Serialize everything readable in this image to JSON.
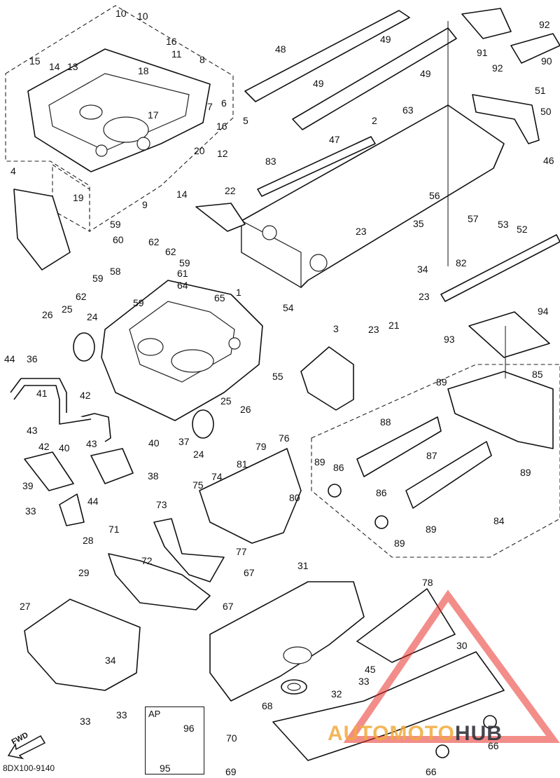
{
  "diagram_code": "8DX100-9140",
  "ap_label": "AP",
  "fwd_label": "FWD",
  "watermark": {
    "part1": "AUTOMOTO",
    "part2": "HUB",
    "color": "#e8302a"
  },
  "callouts": [
    {
      "id": "c10a",
      "text": "10"
    },
    {
      "id": "c10b",
      "text": "10"
    },
    {
      "id": "c16a",
      "text": "16"
    },
    {
      "id": "c11",
      "text": "11"
    },
    {
      "id": "c8",
      "text": "8"
    },
    {
      "id": "c15",
      "text": "15"
    },
    {
      "id": "c14a",
      "text": "14"
    },
    {
      "id": "c13",
      "text": "13"
    },
    {
      "id": "c18",
      "text": "18"
    },
    {
      "id": "c6",
      "text": "6"
    },
    {
      "id": "c7",
      "text": "7"
    },
    {
      "id": "c17",
      "text": "17"
    },
    {
      "id": "c16b",
      "text": "16"
    },
    {
      "id": "c5",
      "text": "5"
    },
    {
      "id": "c20",
      "text": "20"
    },
    {
      "id": "c12",
      "text": "12"
    },
    {
      "id": "c14b",
      "text": "14"
    },
    {
      "id": "c9",
      "text": "9"
    },
    {
      "id": "c4",
      "text": "4"
    },
    {
      "id": "c19",
      "text": "19"
    },
    {
      "id": "c22",
      "text": "22"
    },
    {
      "id": "c48",
      "text": "48"
    },
    {
      "id": "c49a",
      "text": "49"
    },
    {
      "id": "c49b",
      "text": "49"
    },
    {
      "id": "c49c",
      "text": "49"
    },
    {
      "id": "c47",
      "text": "47"
    },
    {
      "id": "c91",
      "text": "91"
    },
    {
      "id": "c92a",
      "text": "92"
    },
    {
      "id": "c92b",
      "text": "92"
    },
    {
      "id": "c90",
      "text": "90"
    },
    {
      "id": "c51",
      "text": "51"
    },
    {
      "id": "c50",
      "text": "50"
    },
    {
      "id": "c63",
      "text": "63"
    },
    {
      "id": "c2",
      "text": "2"
    },
    {
      "id": "c46",
      "text": "46"
    },
    {
      "id": "c83",
      "text": "83"
    },
    {
      "id": "c56",
      "text": "56"
    },
    {
      "id": "c57",
      "text": "57"
    },
    {
      "id": "c53",
      "text": "53"
    },
    {
      "id": "c52",
      "text": "52"
    },
    {
      "id": "c23a",
      "text": "23"
    },
    {
      "id": "c35",
      "text": "35"
    },
    {
      "id": "c34a",
      "text": "34"
    },
    {
      "id": "c82",
      "text": "82"
    },
    {
      "id": "c23b",
      "text": "23"
    },
    {
      "id": "c23c",
      "text": "23"
    },
    {
      "id": "c21",
      "text": "21"
    },
    {
      "id": "c59a",
      "text": "59"
    },
    {
      "id": "c60",
      "text": "60"
    },
    {
      "id": "c62a",
      "text": "62"
    },
    {
      "id": "c62b",
      "text": "62"
    },
    {
      "id": "c59b",
      "text": "59"
    },
    {
      "id": "c58",
      "text": "58"
    },
    {
      "id": "c61",
      "text": "61"
    },
    {
      "id": "c64",
      "text": "64"
    },
    {
      "id": "c59c",
      "text": "59"
    },
    {
      "id": "c62c",
      "text": "62"
    },
    {
      "id": "c59d",
      "text": "59"
    },
    {
      "id": "c65",
      "text": "65"
    },
    {
      "id": "c1",
      "text": "1"
    },
    {
      "id": "c94",
      "text": "94"
    },
    {
      "id": "c93",
      "text": "93"
    },
    {
      "id": "c54",
      "text": "54"
    },
    {
      "id": "c3",
      "text": "3"
    },
    {
      "id": "c26a",
      "text": "26"
    },
    {
      "id": "c25a",
      "text": "25"
    },
    {
      "id": "c24a",
      "text": "24"
    },
    {
      "id": "c55",
      "text": "55"
    },
    {
      "id": "c44a",
      "text": "44"
    },
    {
      "id": "c36",
      "text": "36"
    },
    {
      "id": "c41",
      "text": "41"
    },
    {
      "id": "c42a",
      "text": "42"
    },
    {
      "id": "c89a",
      "text": "89"
    },
    {
      "id": "c85",
      "text": "85"
    },
    {
      "id": "c25b",
      "text": "25"
    },
    {
      "id": "c26b",
      "text": "26"
    },
    {
      "id": "c37",
      "text": "37"
    },
    {
      "id": "c24b",
      "text": "24"
    },
    {
      "id": "c43a",
      "text": "43"
    },
    {
      "id": "c40a",
      "text": "40"
    },
    {
      "id": "c43b",
      "text": "43"
    },
    {
      "id": "c40b",
      "text": "40"
    },
    {
      "id": "c42b",
      "text": "42"
    },
    {
      "id": "c88",
      "text": "88"
    },
    {
      "id": "c79",
      "text": "79"
    },
    {
      "id": "c76",
      "text": "76"
    },
    {
      "id": "c81",
      "text": "81"
    },
    {
      "id": "c87",
      "text": "87"
    },
    {
      "id": "c89b",
      "text": "89"
    },
    {
      "id": "c86a",
      "text": "86"
    },
    {
      "id": "c38",
      "text": "38"
    },
    {
      "id": "c75",
      "text": "75"
    },
    {
      "id": "c74",
      "text": "74"
    },
    {
      "id": "c89c",
      "text": "89"
    },
    {
      "id": "c39",
      "text": "39"
    },
    {
      "id": "c44b",
      "text": "44"
    },
    {
      "id": "c80",
      "text": "80"
    },
    {
      "id": "c86b",
      "text": "86"
    },
    {
      "id": "c33a",
      "text": "33"
    },
    {
      "id": "c73",
      "text": "73"
    },
    {
      "id": "c77",
      "text": "77"
    },
    {
      "id": "c89d",
      "text": "89"
    },
    {
      "id": "c89e",
      "text": "89"
    },
    {
      "id": "c84",
      "text": "84"
    },
    {
      "id": "c28",
      "text": "28"
    },
    {
      "id": "c71",
      "text": "71"
    },
    {
      "id": "c72",
      "text": "72"
    },
    {
      "id": "c67a",
      "text": "67"
    },
    {
      "id": "c31",
      "text": "31"
    },
    {
      "id": "c29",
      "text": "29"
    },
    {
      "id": "c78",
      "text": "78"
    },
    {
      "id": "c27",
      "text": "27"
    },
    {
      "id": "c67b",
      "text": "67"
    },
    {
      "id": "c30",
      "text": "30"
    },
    {
      "id": "c34b",
      "text": "34"
    },
    {
      "id": "c45",
      "text": "45"
    },
    {
      "id": "c33b",
      "text": "33"
    },
    {
      "id": "c32",
      "text": "32"
    },
    {
      "id": "c68",
      "text": "68"
    },
    {
      "id": "c33c",
      "text": "33"
    },
    {
      "id": "c33d",
      "text": "33"
    },
    {
      "id": "c96",
      "text": "96"
    },
    {
      "id": "c66a",
      "text": "66"
    },
    {
      "id": "c70",
      "text": "70"
    },
    {
      "id": "c95",
      "text": "95"
    },
    {
      "id": "c69",
      "text": "69"
    },
    {
      "id": "c66b",
      "text": "66"
    }
  ]
}
